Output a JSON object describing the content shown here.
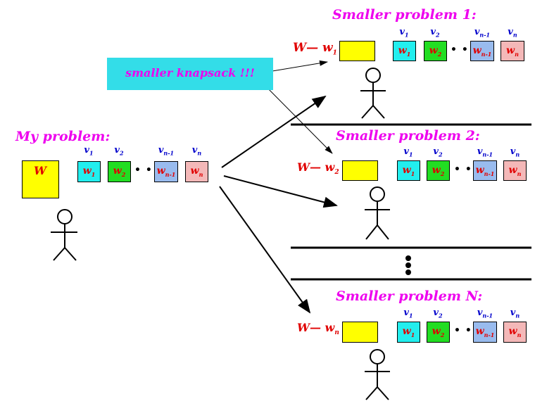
{
  "my_problem": {
    "title": "My problem:",
    "knapsack_label": "W",
    "items": [
      {
        "w": "w",
        "w_sub": "1",
        "v": "v",
        "v_sub": "1"
      },
      {
        "w": "w",
        "w_sub": "2",
        "v": "v",
        "v_sub": "2"
      },
      {
        "w": "w",
        "w_sub": "n-1",
        "v": "v",
        "v_sub": "n-1"
      },
      {
        "w": "w",
        "w_sub": "n",
        "v": "v",
        "v_sub": "n"
      }
    ],
    "dots": "• • •"
  },
  "callout": {
    "text": "smaller knapsack !!!"
  },
  "subproblems": [
    {
      "title": "Smaller problem 1:",
      "capacity": "W— w",
      "capacity_sub": "1",
      "items": [
        {
          "w": "w",
          "w_sub": "1",
          "v": "v",
          "v_sub": "1"
        },
        {
          "w": "w",
          "w_sub": "2",
          "v": "v",
          "v_sub": "2"
        },
        {
          "w": "w",
          "w_sub": "n-1",
          "v": "v",
          "v_sub": "n-1"
        },
        {
          "w": "w",
          "w_sub": "n",
          "v": "v",
          "v_sub": "n"
        }
      ]
    },
    {
      "title": "Smaller problem 2:",
      "capacity": "W— w",
      "capacity_sub": "2",
      "items": [
        {
          "w": "w",
          "w_sub": "1",
          "v": "v",
          "v_sub": "1"
        },
        {
          "w": "w",
          "w_sub": "2",
          "v": "v",
          "v_sub": "2"
        },
        {
          "w": "w",
          "w_sub": "n-1",
          "v": "v",
          "v_sub": "n-1"
        },
        {
          "w": "w",
          "w_sub": "n",
          "v": "v",
          "v_sub": "n"
        }
      ]
    },
    {
      "title": "Smaller problem N:",
      "capacity": "W— w",
      "capacity_sub": "n",
      "items": [
        {
          "w": "w",
          "w_sub": "1",
          "v": "v",
          "v_sub": "1"
        },
        {
          "w": "w",
          "w_sub": "2",
          "v": "v",
          "v_sub": "2"
        },
        {
          "w": "w",
          "w_sub": "n-1",
          "v": "v",
          "v_sub": "n-1"
        },
        {
          "w": "w",
          "w_sub": "n",
          "v": "v",
          "v_sub": "n"
        }
      ]
    }
  ],
  "colors": {
    "title_magenta": "#ee00ee",
    "knapsack_yellow": "#ffff00",
    "callout_cyan": "#33dde8",
    "item1_cyan": "#22eeee",
    "item2_green": "#22dd22",
    "item3_blue": "#99bbee",
    "item4_pink": "#f4b8b8",
    "weight_red": "#e00000",
    "value_blue": "#0000cc"
  }
}
